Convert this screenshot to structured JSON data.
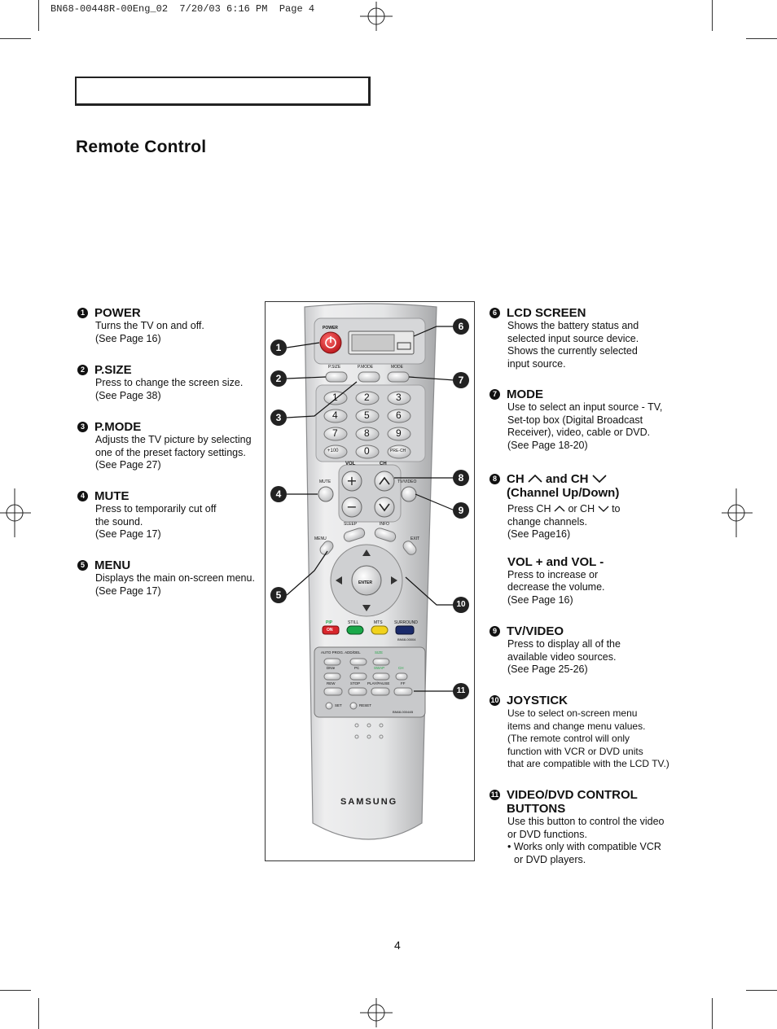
{
  "slug": "BN68-00448R-00Eng_02  7/20/03 6:16 PM  Page 4",
  "page_title": "Remote Control",
  "page_number": "4",
  "left_items": [
    {
      "num": "1",
      "title": "POWER",
      "lines": [
        "Turns the TV on and off.",
        "(See Page 16)"
      ]
    },
    {
      "num": "2",
      "title": "P.SIZE",
      "lines": [
        "Press to change the screen size.",
        "(See Page 38)"
      ]
    },
    {
      "num": "3",
      "title": "P.MODE",
      "lines": [
        "Adjusts the TV picture by selecting",
        "one of the preset factory settings.",
        "(See Page 27)"
      ]
    },
    {
      "num": "4",
      "title": "MUTE",
      "lines": [
        "Press to temporarily cut off",
        "the sound.",
        "(See Page 17)"
      ]
    },
    {
      "num": "5",
      "title": "MENU",
      "lines": [
        "Displays the main on-screen menu.",
        "(See Page 17)"
      ]
    }
  ],
  "right_items": [
    {
      "num": "6",
      "title": "LCD SCREEN",
      "lines": [
        "Shows the battery status and",
        "selected input source device.",
        "Shows the currently selected",
        "input source."
      ]
    },
    {
      "num": "7",
      "title": "MODE",
      "lines": [
        "Use to select an input source - TV,",
        "Set-top box (Digital Broadcast",
        "Receiver), video, cable or DVD.",
        "(See Page 18-20)"
      ]
    },
    {
      "num": "8",
      "title_a": "CH",
      "title_b": "and CH",
      "title_c": "(Channel Up/Down)",
      "lines_a": [
        "Press CH",
        "or CH",
        "to"
      ],
      "lines": [
        "change channels.",
        "(See Page16)"
      ],
      "subtitle": "VOL + and VOL -",
      "sublines": [
        "Press to increase or",
        "decrease the volume.",
        "(See Page 16)"
      ]
    },
    {
      "num": "9",
      "title": "TV/VIDEO",
      "lines": [
        "Press to display all of the",
        "available video sources.",
        "(See Page 25-26)"
      ]
    },
    {
      "num": "10",
      "title": "JOYSTICK",
      "lines": [
        "Use to select on-screen menu",
        "items and change menu values.",
        "(The remote control will only",
        "function with VCR or DVD units",
        "that are compatible with the LCD TV.)"
      ]
    },
    {
      "num": "11",
      "title": "VIDEO/DVD CONTROL",
      "title2": "BUTTONS",
      "lines": [
        "Use this button to control the video",
        "or DVD functions.",
        "• Works only with compatible VCR",
        "or DVD players."
      ]
    }
  ],
  "remote": {
    "power": "POWER",
    "psize": "P.SIZE",
    "pmode": "P.MODE",
    "mode": "MODE",
    "digits": [
      "1",
      "2",
      "3",
      "4",
      "5",
      "6",
      "7",
      "8",
      "9"
    ],
    "plus100": "+100",
    "zero": "0",
    "prech": "PRE-CH",
    "vol": "VOL",
    "ch": "CH",
    "mute": "MUTE",
    "tvvideo": "TV/VIDEO",
    "sleep": "SLEEP",
    "info": "INFO",
    "menu": "MENU",
    "exit": "EXIT",
    "enter": "ENTER",
    "pip": "PIP",
    "on": "ON",
    "still": "STILL",
    "mts": "MTS",
    "surround": "SURROUND",
    "model1": "BN68-00004",
    "autoprog": "AUTO PROG. ADD/DEL",
    "size": "SIZE",
    "dnie": "DNIe",
    "pc": "PC",
    "swap": "SWAP",
    "ch2": "CH",
    "rew": "REW",
    "stop": "STOP",
    "playpause": "PLAY/PAUSE",
    "ff": "FF",
    "set": "SET",
    "reset": "RESET",
    "model2": "BN68-00044B",
    "brand": "SAMSUNG"
  },
  "colors": {
    "power_red": "#d8262c",
    "pip_green": "#1aa84a",
    "mts_yellow": "#f1d21c",
    "size_green": "#2aa84a",
    "surround_blue": "#1a2a6a"
  }
}
